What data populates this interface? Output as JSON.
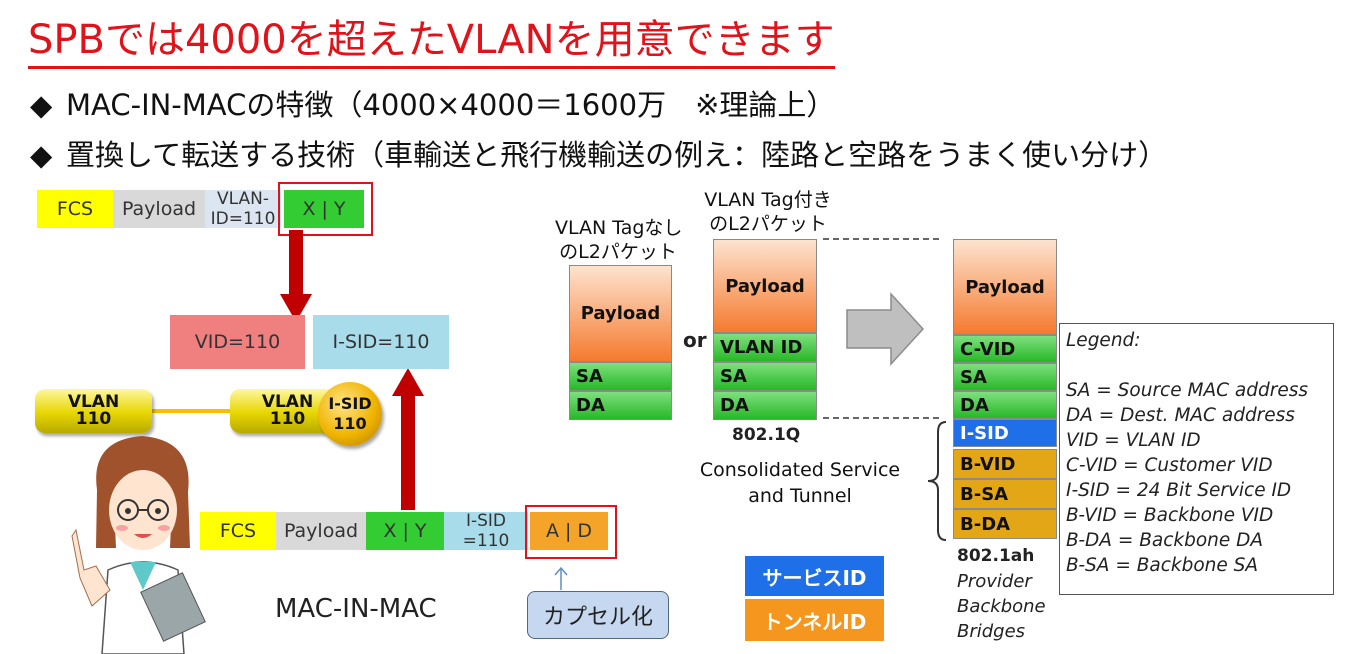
{
  "title": "SPBでは4000を超えたVLANを用意できます",
  "bullets": [
    {
      "symbol": "◆",
      "text": "MAC-IN-MACの特徴（4000×4000＝1600万　※理論上）"
    },
    {
      "symbol": "◆",
      "text": "置換して転送する技術（車輸送と飛行機輸送の例え：陸路と空路をうまく使い分け）"
    }
  ],
  "top_frame": {
    "fcs": "FCS",
    "payload": "Payload",
    "vlan_id": "VLAN-\nID=110",
    "xy": "X | Y"
  },
  "vid": "VID=110",
  "isid": "I-SID=110",
  "vlan_left": "VLAN\n110",
  "vlan_right": "VLAN\n110",
  "isid_circle": "I-SID\n110",
  "bottom_frame": {
    "fcs": "FCS",
    "payload": "Payload",
    "xy": "X | Y",
    "isid": "I-SID\n=110",
    "ad": "A | D"
  },
  "mac_in_mac": "MAC-IN-MAC",
  "capsule": "カプセル化",
  "untagged": {
    "caption": "VLAN Tagなし\nのL2パケット",
    "payload": "Payload",
    "sa": "SA",
    "da": "DA"
  },
  "or": "or",
  "tagged": {
    "caption": "VLAN Tag付き\nのL2パケット",
    "payload": "Payload",
    "vlan_id": "VLAN ID",
    "sa": "SA",
    "da": "DA",
    "std": "802.1Q"
  },
  "pbb": {
    "payload": "Payload",
    "cvid": "C-VID",
    "sa": "SA",
    "da": "DA",
    "isid": "I-SID",
    "bvid": "B-VID",
    "bsa": "B-SA",
    "bda": "B-DA",
    "std": "802.1ah",
    "sub": "Provider\nBackbone\nBridges"
  },
  "cst": "Consolidated Service\nand Tunnel",
  "service_id": "サービスID",
  "tunnel_id": "トンネルID",
  "legend": [
    "Legend:",
    "",
    "SA = Source MAC address",
    "DA = Dest. MAC address",
    "VID = VLAN ID",
    "C-VID = Customer VID",
    "I-SID = 24 Bit Service ID",
    "B-VID = Backbone VID",
    "B-DA = Backbone DA",
    "B-SA = Backbone SA"
  ],
  "colors": {
    "title": "#e0121a",
    "fcs": "#ffff00",
    "payload": "#d9d9d9",
    "vlanid": "#dce6f2",
    "xy": "#33cc33",
    "vid": "#f08080",
    "isid": "#a8dcea",
    "ad": "#f5a42a",
    "service": "#1f6fe8",
    "tunnel": "#f5961e"
  }
}
